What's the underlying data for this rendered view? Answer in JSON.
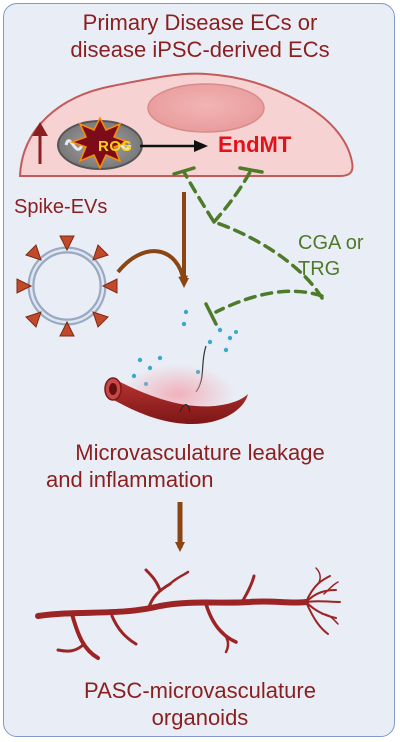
{
  "header": {
    "line1": "Primary Disease ECs or",
    "line2": "disease iPSC-derived ECs"
  },
  "cell": {
    "ros_label": "ROS",
    "endmt_label": "EndMT"
  },
  "spike_evs_label": "Spike-EVs",
  "inhibitor": {
    "line1": "CGA or",
    "line2": "TRG"
  },
  "leakage": {
    "line1": "Microvasculature leakage",
    "line2": "and inflammation"
  },
  "organoids": {
    "line1": "PASC-microvasculature",
    "line2": "organoids"
  },
  "colors": {
    "title_red": "#8b1f1f",
    "endmt_red": "#e0121c",
    "inhibit_green": "#4f7a2a",
    "arrow_brown": "#8b4513",
    "cell_pink": "#f6d2d2",
    "vessel_red": "#9c2424"
  }
}
